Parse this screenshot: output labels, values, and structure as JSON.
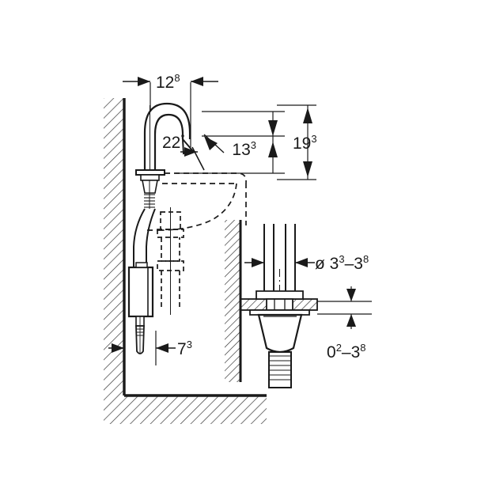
{
  "drawing": {
    "type": "technical-installation-drawing",
    "title": "Washbasin tap installation drawing",
    "background_color": "#ffffff",
    "line_color": "#1a1a1a",
    "hatch_color": "#3a3a3a"
  },
  "dimensions": {
    "spout_projection": {
      "value": "12",
      "sup": "8",
      "label": "12⁸"
    },
    "spout_angle": {
      "value": "22",
      "sup": "°",
      "label": "22°"
    },
    "spout_height_inner": {
      "value": "13",
      "sup": "3",
      "label": "13³"
    },
    "spout_height_outer": {
      "value": "19",
      "sup": "3",
      "label": "19³"
    },
    "wall_offset": {
      "value": "7",
      "sup": "3",
      "label": "7³"
    },
    "hole_diameter": {
      "prefix": "ø ",
      "value": "3",
      "sup": "3",
      "sep": "–",
      "value2": "3",
      "sup2": "8",
      "label": "ø 3³–3⁸"
    },
    "counter_thickness": {
      "value": "0",
      "sup": "2",
      "sep": "–",
      "value2": "3",
      "sup2": "8",
      "label": "0²–3⁸"
    }
  },
  "views": {
    "left_view": {
      "name": "side-elevation",
      "elements": [
        "wall",
        "floor",
        "faucet",
        "basin",
        "trap",
        "control-box",
        "supply-hose"
      ]
    },
    "right_view": {
      "name": "mounting-detail",
      "elements": [
        "wall",
        "counter-slab",
        "riser-pipe",
        "mounting-nut",
        "tapered-body",
        "threaded-shank"
      ]
    }
  }
}
